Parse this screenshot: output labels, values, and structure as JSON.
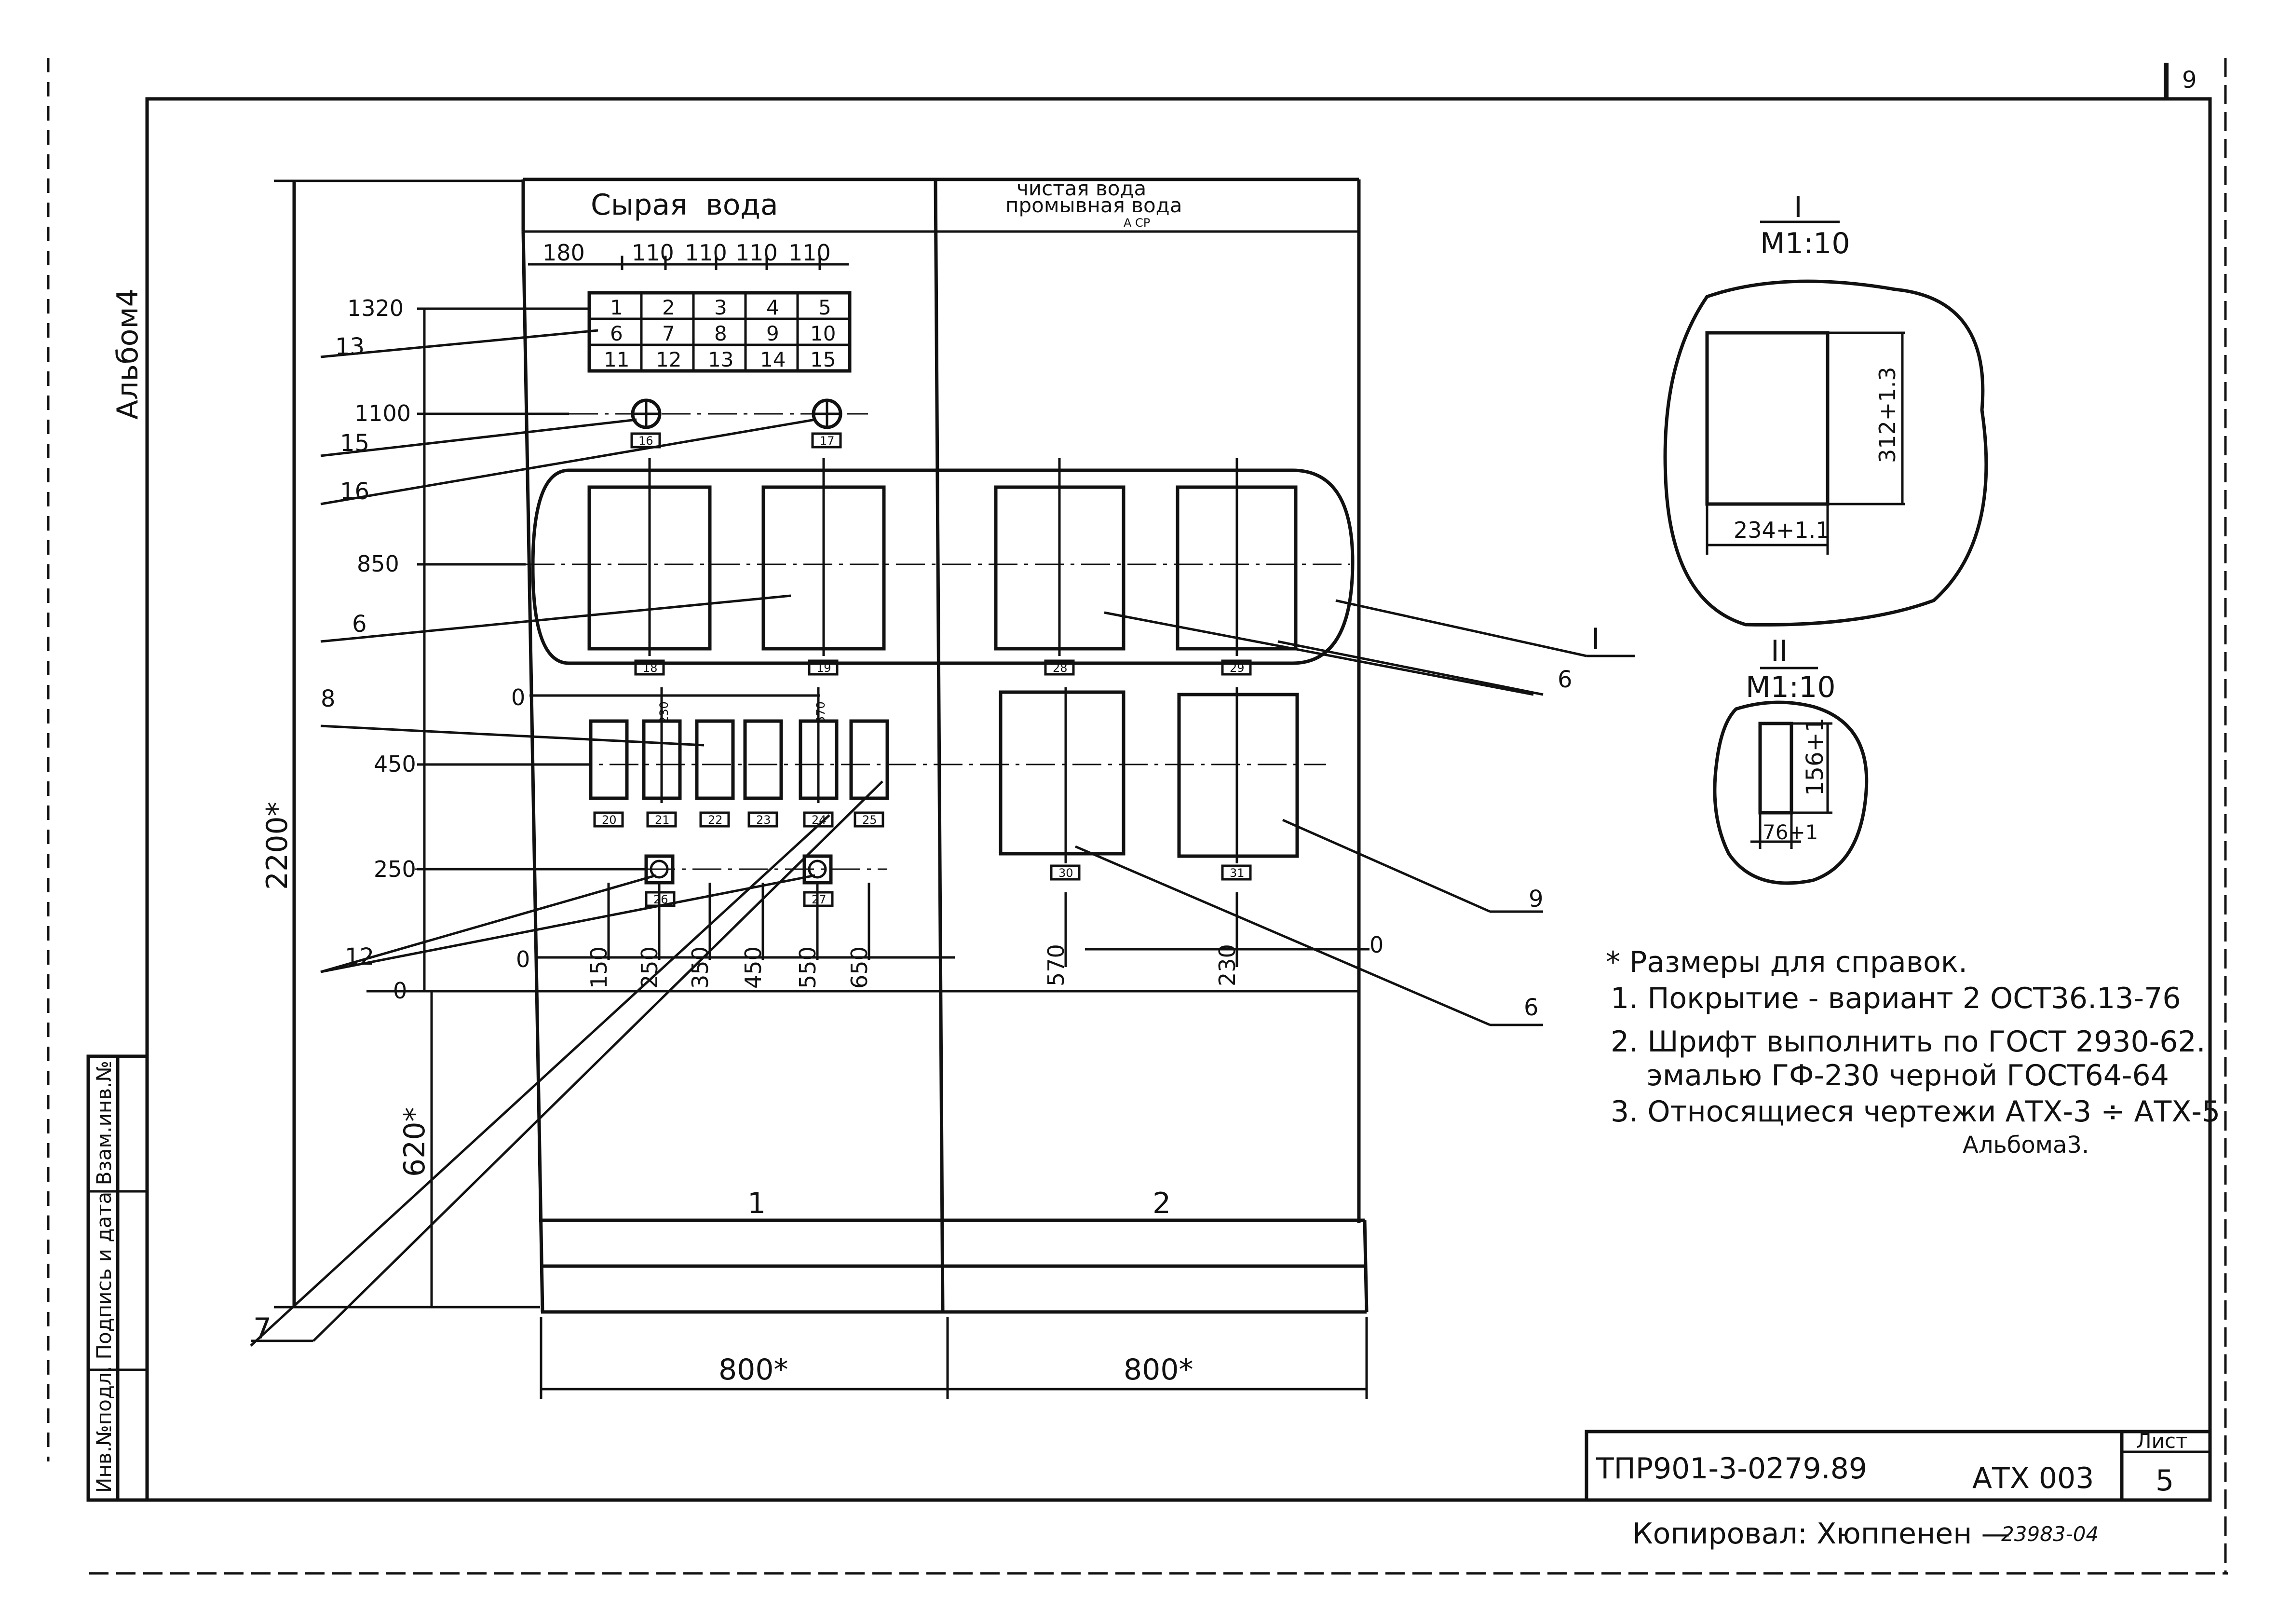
{
  "sheet": {
    "corner_number": "9",
    "album_side": "Альбом4",
    "stamp_column": "Инв.№подл. Подпись и дата Взам.инв.№",
    "copied_by": "Копировал: Хюппенен —",
    "copy_mark": "23983-04",
    "sheet_label": "Лист",
    "sheet_number": "5",
    "doc_code": "ТПР901-3-0279.89",
    "doc_mark": "АТХ 003"
  },
  "panel": {
    "header_left": "Сырая  вода",
    "header_right_1": "чистая вода",
    "header_right_2": "промывная вода",
    "header_right_3": "А СР",
    "section_1": "1",
    "section_2": "2"
  },
  "top_dims": [
    "180",
    "110",
    "110",
    "110",
    "110"
  ],
  "mnemonic_grid": [
    "1",
    "2",
    "3",
    "4",
    "5",
    "6",
    "7",
    "8",
    "9",
    "10",
    "11",
    "12",
    "13",
    "14",
    "15"
  ],
  "device_tags": {
    "t16": "16",
    "t17": "17",
    "t18": "18",
    "t19": "19",
    "t28": "28",
    "t29": "29",
    "t20": "20",
    "t21": "21",
    "t22": "22",
    "t23": "23",
    "t24": "24",
    "t25": "25",
    "t26": "26",
    "t27": "27",
    "t30": "30",
    "t31": "31"
  },
  "dimensions": {
    "y1320": "1320",
    "y1100": "1100",
    "y850": "850",
    "y450": "450",
    "y250": "250",
    "y0": "0",
    "x0": "0",
    "x0_b": "0",
    "x0_r": "0",
    "v2200": "2200*",
    "v620": "620*",
    "w800_1": "800*",
    "w800_2": "800*",
    "x150": "150",
    "x250": "250",
    "x350": "350",
    "x450": "450",
    "x550": "550",
    "x650": "650",
    "x570": "570",
    "x230": "230",
    "up230": "230",
    "up570": "570"
  },
  "callouts": {
    "c13": "13",
    "c15": "15",
    "c16": "16",
    "c6a": "6",
    "c8": "8",
    "c12": "12",
    "c7": "7",
    "cI": "I",
    "c6b": "6",
    "c9": "9",
    "c6c": "6"
  },
  "detail_views": {
    "d1_roman": "I",
    "d1_scale": "М1:10",
    "d1_h": "312+1.3",
    "d1_w": "234+1.1",
    "d2_roman": "II",
    "d2_scale": "М1:10",
    "d2_h": "156+1",
    "d2_w": "76+1"
  },
  "notes": {
    "n0": "* Размеры для справок.",
    "n1": "1. Покрытие - вариант 2 ОСТ36.13-76",
    "n2": "2. Шрифт выполнить по ГОСТ 2930-62.",
    "n2b": "эмалью ГФ-230 черной ГОСТ64-64",
    "n3": "3. Относящиеся чертежи АТХ-3 ÷ АТХ-5",
    "n3b": "Альбома3."
  }
}
